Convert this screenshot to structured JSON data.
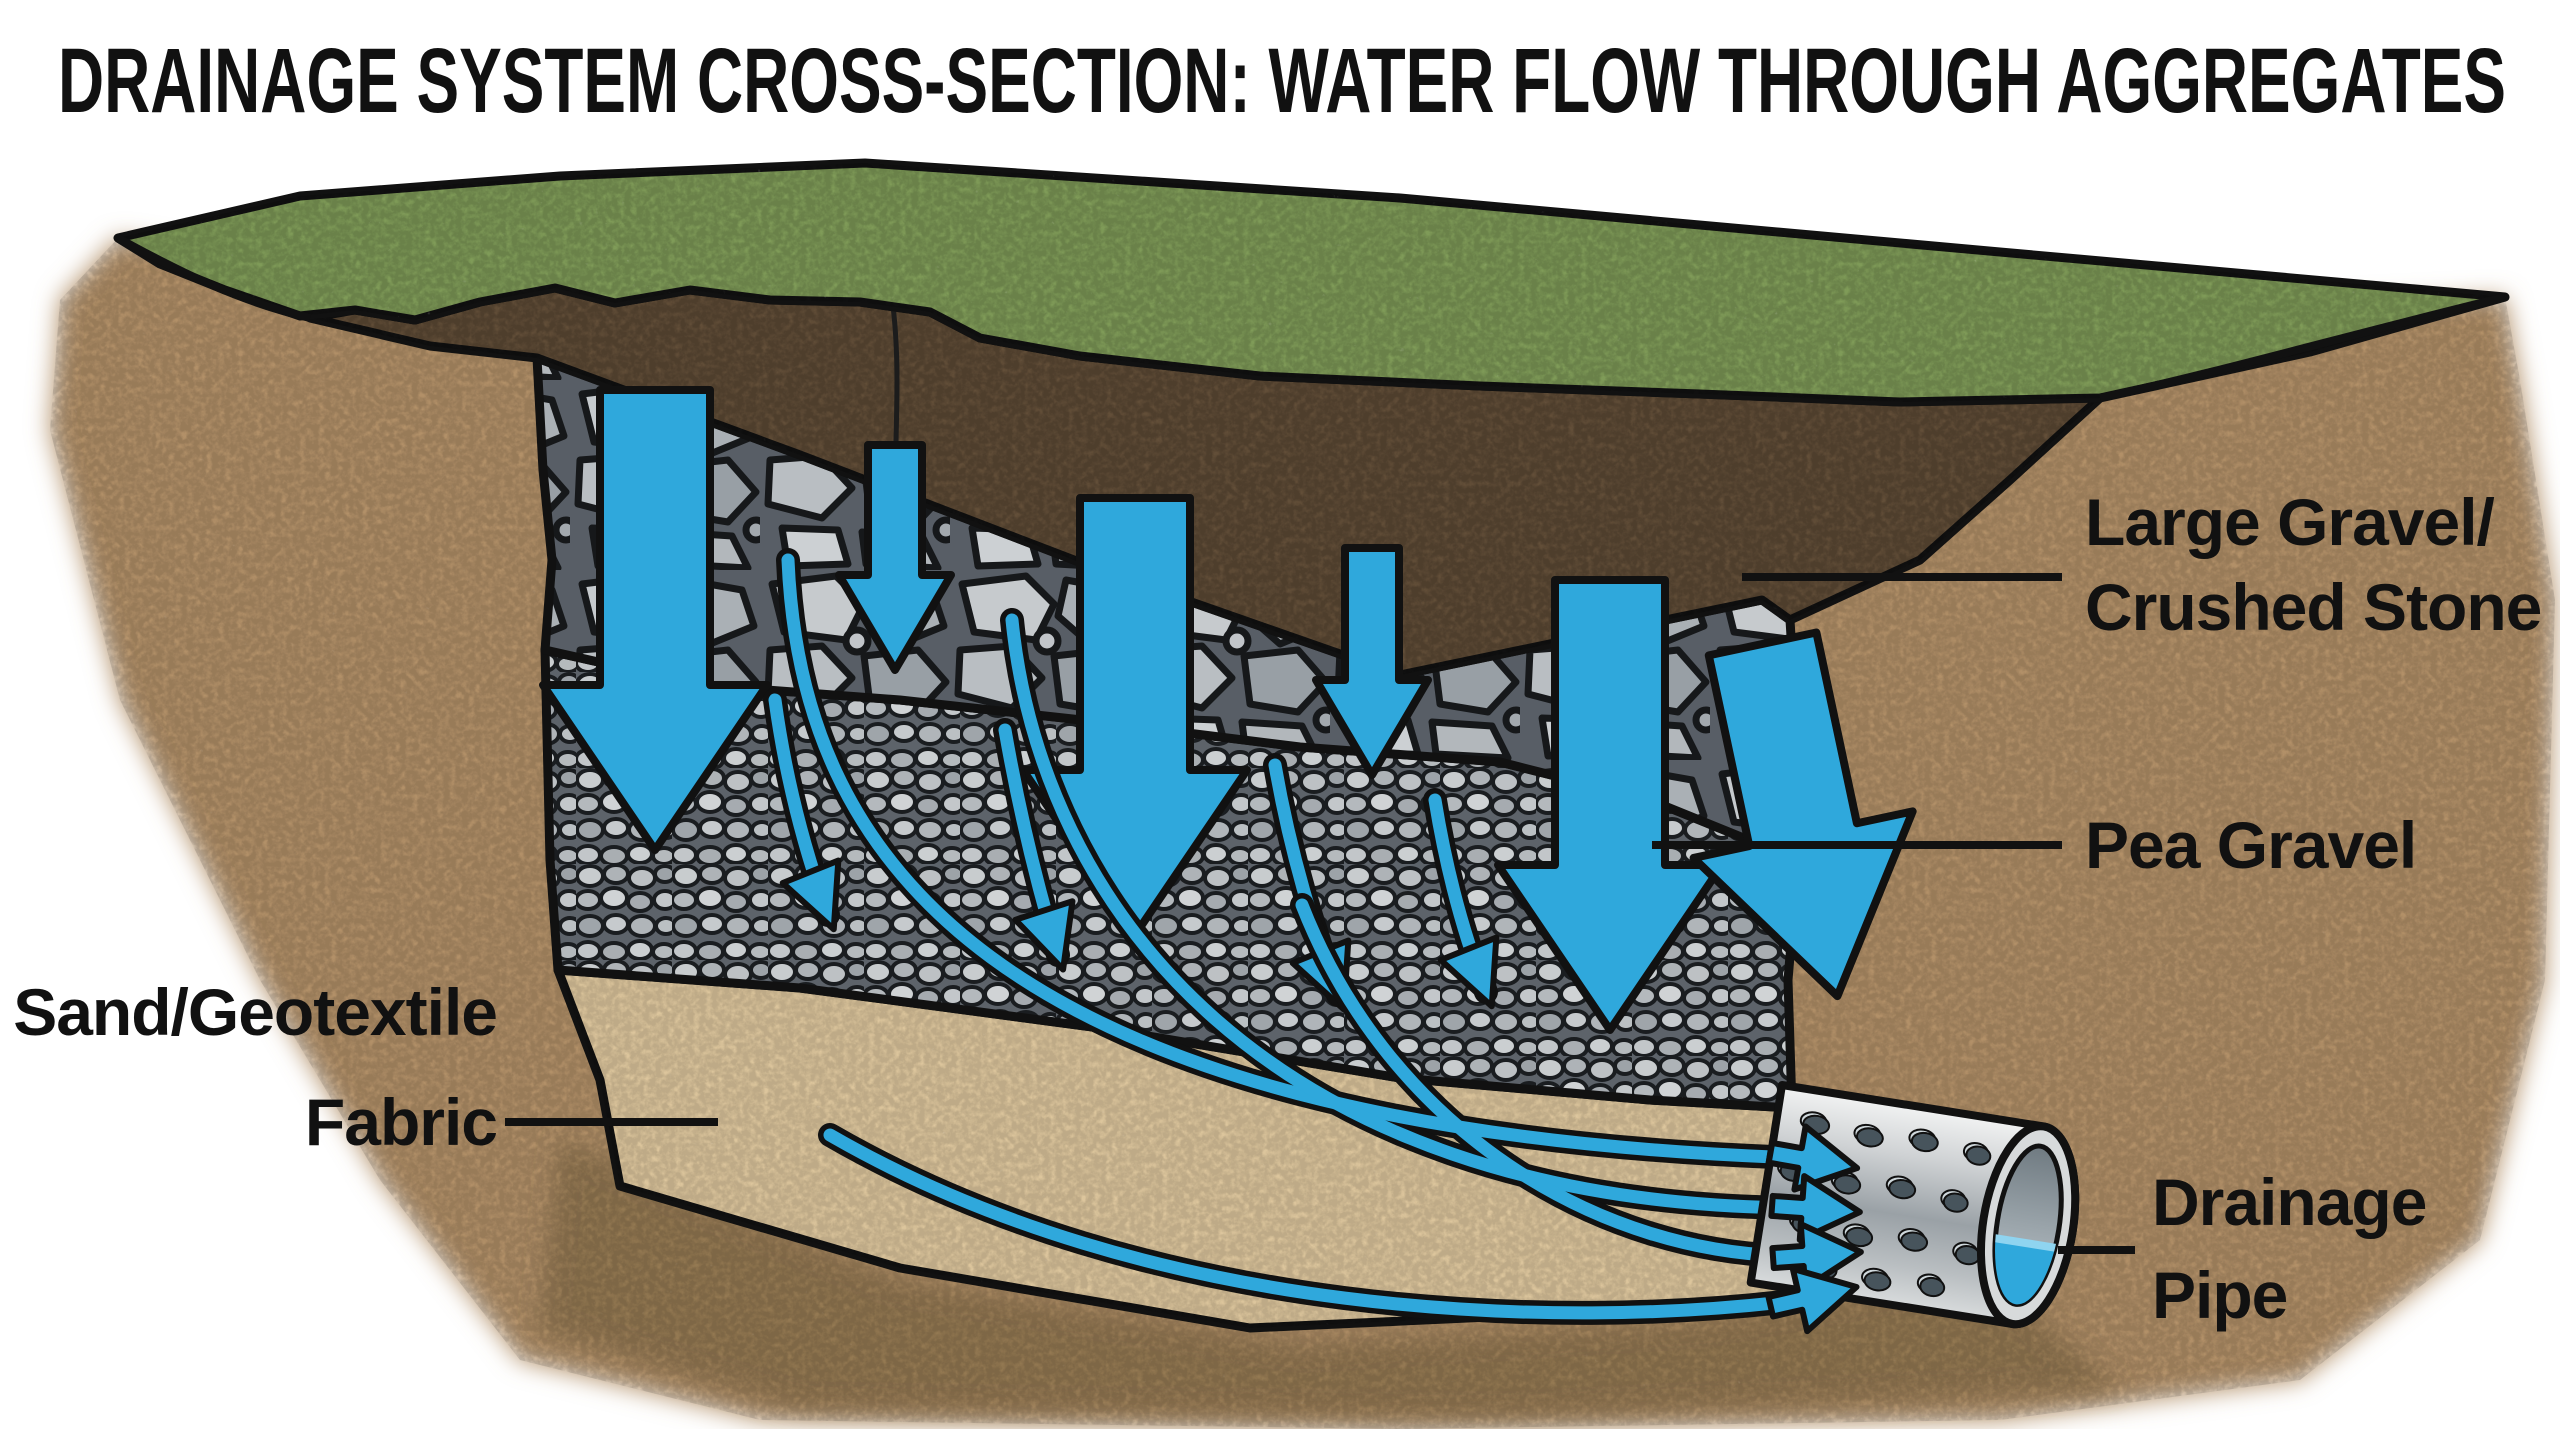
{
  "title": "DRAINAGE SYSTEM CROSS-SECTION: WATER FLOW THROUGH AGGREGATES",
  "callouts": {
    "large_gravel": {
      "line1": "Large Gravel/",
      "line2": "Crushed Stone"
    },
    "pea_gravel": {
      "label": "Pea Gravel"
    },
    "sand_fabric": {
      "line1": "Sand/Geotextile",
      "line2": "Fabric"
    },
    "drainage_pipe": {
      "line1": "Drainage",
      "line2": "Pipe"
    }
  },
  "layers": [
    {
      "name": "grass-surface",
      "color": "#7f9b58"
    },
    {
      "name": "topsoil",
      "color": "#624e38"
    },
    {
      "name": "large-gravel-crushed-stone",
      "color": "#b4b9be"
    },
    {
      "name": "pea-gravel",
      "color": "#aeb3b8"
    },
    {
      "name": "sand-geotextile-fabric",
      "color": "#dcc59c"
    },
    {
      "name": "native-soil",
      "color": "#b29067"
    }
  ],
  "water_flow": {
    "arrow_color": "#2fa8dc",
    "large_down_arrows": 4,
    "medium_down_arrows": 2,
    "thin_curved_arrows": 4,
    "sweep_arrows_to_pipe": 4,
    "description": "Water percolates down through aggregates and converges into the perforated drainage pipe"
  },
  "pipe": {
    "body_color": "#c9ced1",
    "water_color": "#2fa8dc"
  }
}
